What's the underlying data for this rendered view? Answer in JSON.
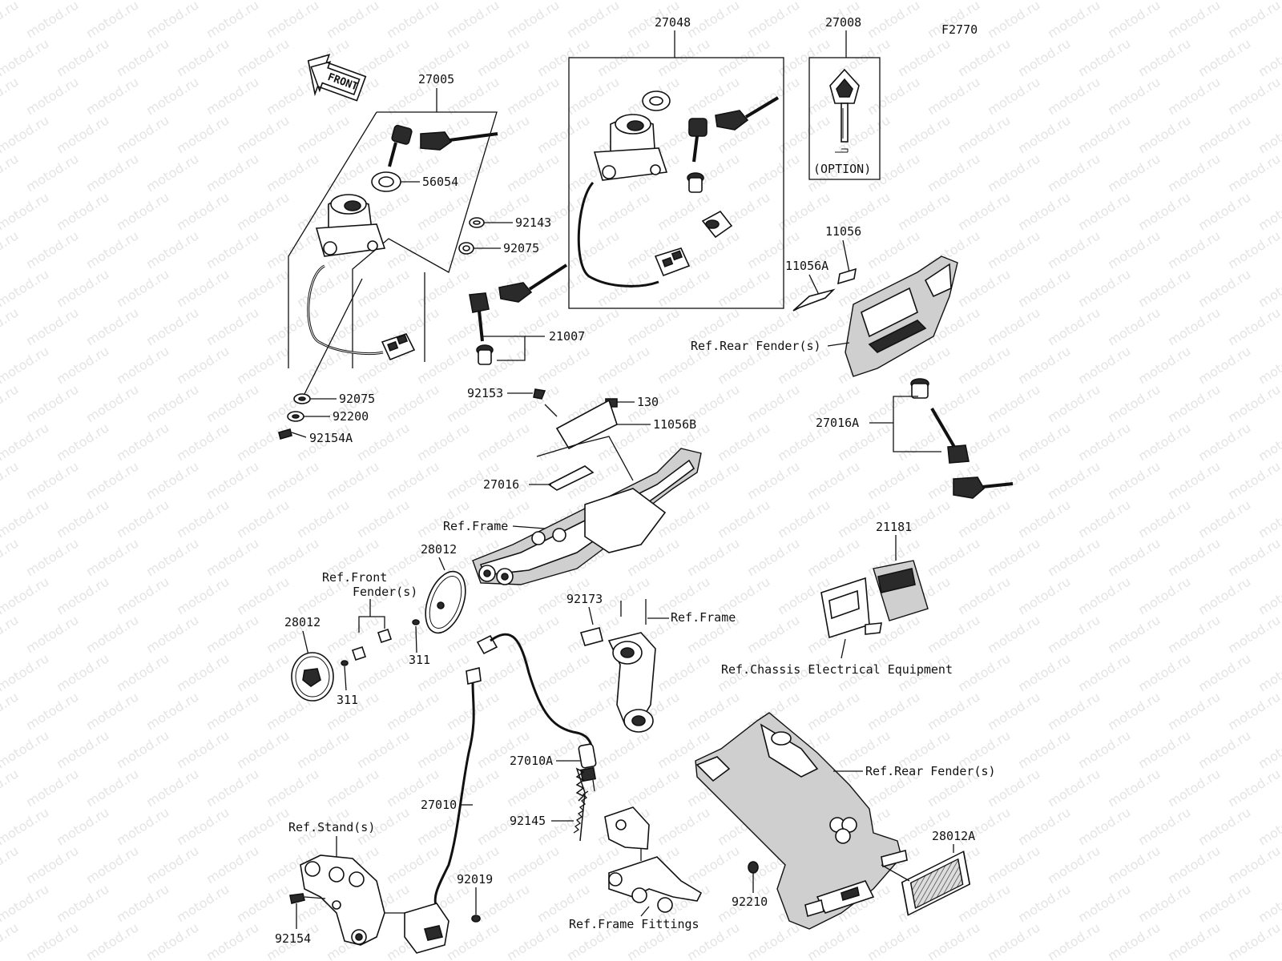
{
  "figure_code": "F2770",
  "front_label": "FRONT",
  "option_label": "(OPTION)",
  "part_numbers": {
    "p27005": "27005",
    "p27048": "27048",
    "p27008": "27008",
    "p56054": "56054",
    "p92143": "92143",
    "p92075a": "92075",
    "p92075b": "92075",
    "p21007": "21007",
    "p92200": "92200",
    "p92154A": "92154A",
    "p92153": "92153",
    "p130": "130",
    "p11056B": "11056B",
    "p27016": "27016",
    "p11056": "11056",
    "p11056A": "11056A",
    "p27016A": "27016A",
    "p28012a": "28012",
    "p28012b": "28012",
    "p311a": "311",
    "p311b": "311",
    "p92173": "92173",
    "p21181": "21181",
    "p27010A": "27010A",
    "p27010": "27010",
    "p92145": "92145",
    "p92019": "92019",
    "p92154": "92154",
    "p92210": "92210",
    "p28012A": "28012A"
  },
  "references": {
    "rear_fender_1": "Ref.Rear Fender(s)",
    "rear_fender_2": "Ref.Rear Fender(s)",
    "frame_1": "Ref.Frame",
    "frame_2": "Ref.Frame",
    "front_fender_line1": "Ref.Front",
    "front_fender_line2": "Fender(s)",
    "chassis_electrical": "Ref.Chassis Electrical Equipment",
    "stand": "Ref.Stand(s)",
    "frame_fittings": "Ref.Frame Fittings"
  },
  "watermark_text": "motod.ru",
  "icons": [
    "front-arrow-icon",
    "ignition-switch-icon",
    "key-icon",
    "key-blank-icon",
    "lock-cylinder-icon",
    "reflector-icon",
    "connector-icon"
  ]
}
